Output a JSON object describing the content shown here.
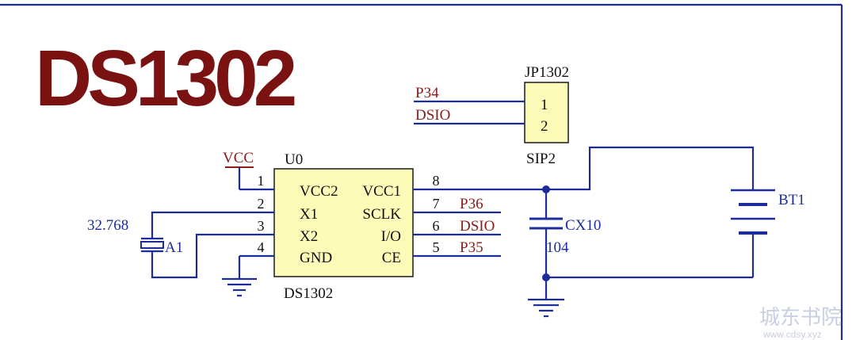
{
  "title": "DS1302",
  "jumper": {
    "ref": "JP1302",
    "footprint": "SIP2",
    "pins": [
      "1",
      "2"
    ],
    "nets": [
      "P34",
      "DSIO"
    ]
  },
  "ic": {
    "ref": "U0",
    "part": "DS1302",
    "left_pins": [
      {
        "num": "1",
        "name": "VCC2"
      },
      {
        "num": "2",
        "name": "X1"
      },
      {
        "num": "3",
        "name": "X2"
      },
      {
        "num": "4",
        "name": "GND"
      }
    ],
    "right_pins": [
      {
        "num": "8",
        "name": "VCC1"
      },
      {
        "num": "7",
        "name": "SCLK"
      },
      {
        "num": "6",
        "name": "I/O"
      },
      {
        "num": "5",
        "name": "CE"
      }
    ],
    "right_nets": [
      "P36",
      "DSIO",
      "P35"
    ]
  },
  "power": {
    "vcc": "VCC"
  },
  "crystal": {
    "ref": "A1",
    "value": "32.768"
  },
  "capacitor": {
    "ref": "CX10",
    "value": "104"
  },
  "battery": {
    "ref": "BT1"
  },
  "watermark": {
    "text": "城东书院",
    "url": "www.cdsy.xyz"
  },
  "colors": {
    "wire": "#1d2c9c",
    "title": "#7a1212",
    "net_label": "#8b1a1a",
    "ic_fill": "#fdfbb8"
  }
}
